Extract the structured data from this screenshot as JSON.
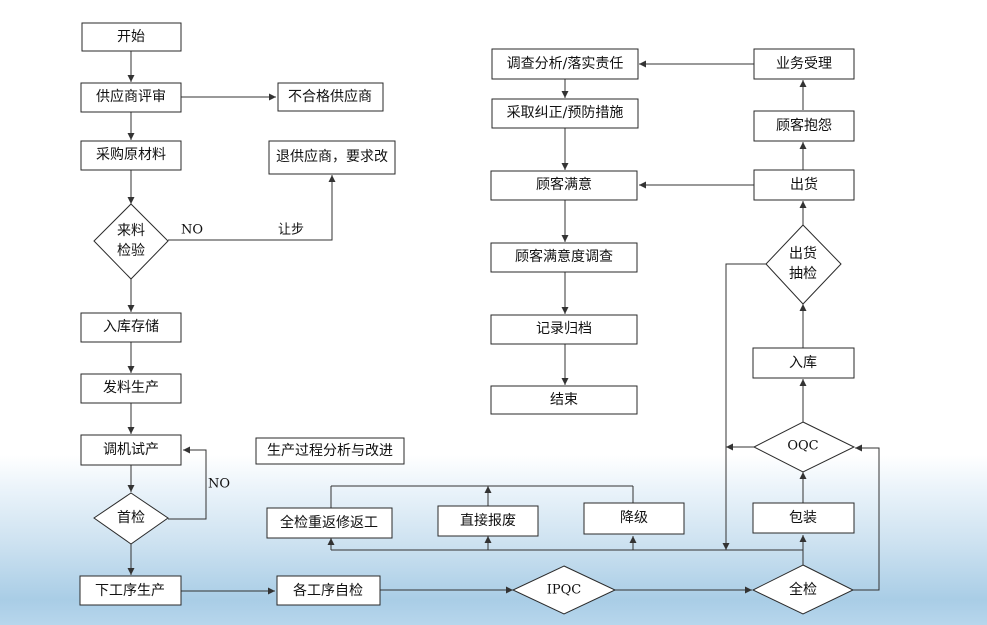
{
  "nodes": {
    "start": "开始",
    "supplier_review": "供应商评审",
    "unqualified_supplier": "不合格供应商",
    "purchase_material": "采购原材料",
    "return_supplier": "退供应商，要求改",
    "incoming_inspection": [
      "来料",
      "检验"
    ],
    "warehouse_storage": "入库存储",
    "issue_production": "发料生产",
    "trial_production": "调机试产",
    "first_inspection": "首检",
    "next_process": "下工序生产",
    "self_check": "各工序自检",
    "ipqc": "IPQC",
    "full_inspection": "全检",
    "rework": "全检重返修返工",
    "direct_scrap": "直接报废",
    "downgrade": "降级",
    "process_analysis": "生产过程分析与改进",
    "packing": "包装",
    "oqc": "OQC",
    "store": "入库",
    "shipping_inspection": [
      "出货",
      "抽检"
    ],
    "shipment": "出货",
    "customer_complaint": "顾客抱怨",
    "business_acceptance": "业务受理",
    "investigation": "调查分析/落实责任",
    "corrective_action": "采取纠正/预防措施",
    "customer_satisfied": "顾客满意",
    "satisfaction_survey": "顾客满意度调查",
    "record_archive": "记录归档",
    "end": "结束"
  },
  "edge_labels": {
    "incoming_no": "NO",
    "concession": "让步",
    "first_check_no": "NO"
  }
}
